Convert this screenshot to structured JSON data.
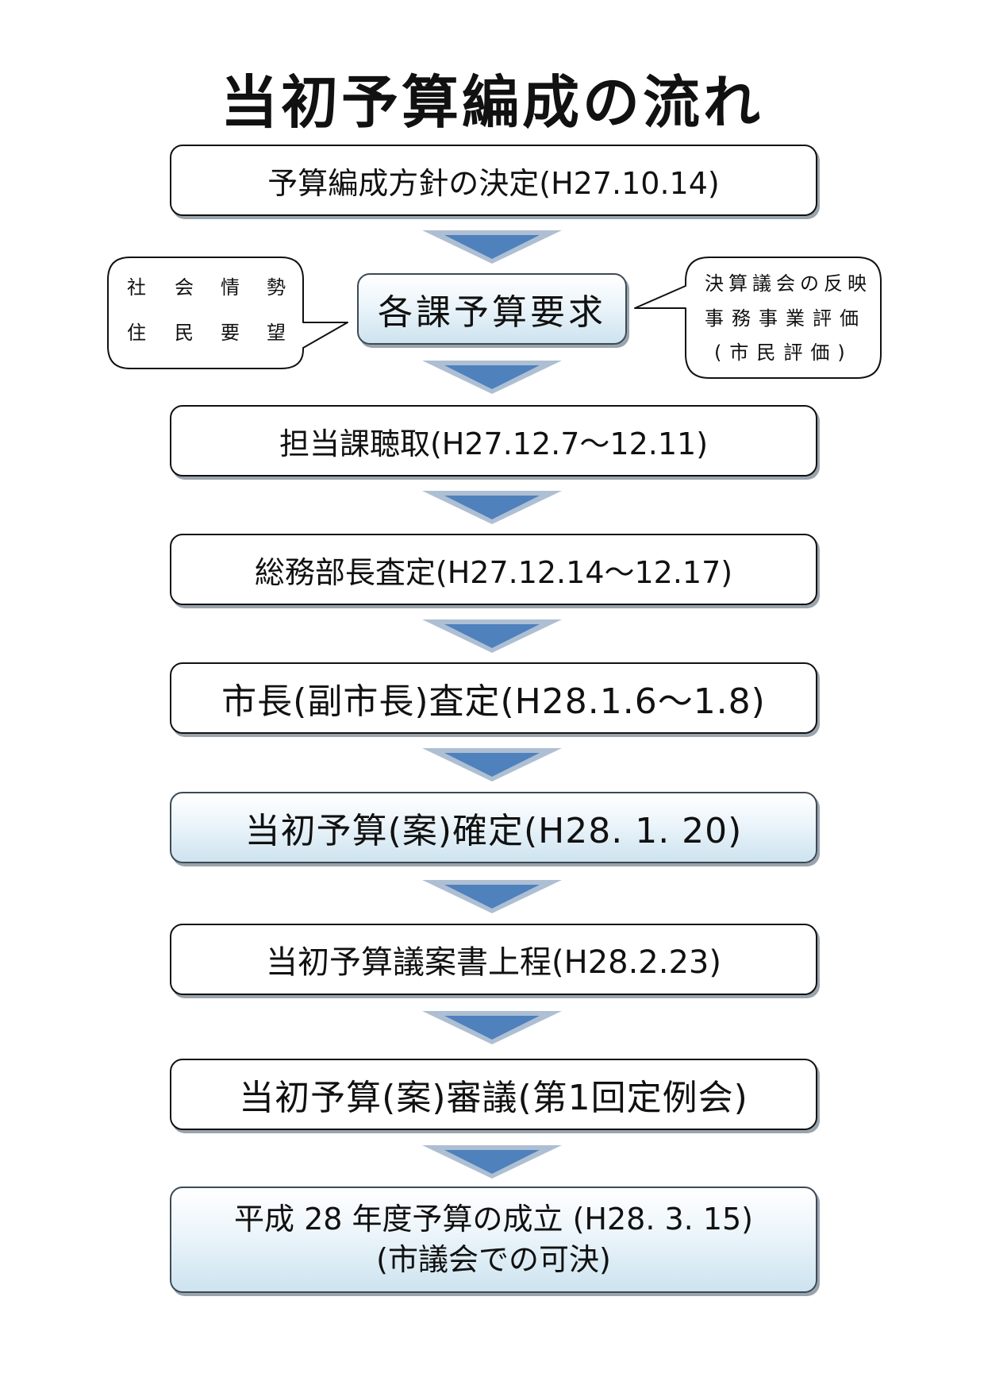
{
  "title": "当初予算編成の流れ",
  "steps": [
    {
      "label": "予算編成方針の決定(H27.10.14)"
    },
    {
      "label": "各課予算要求"
    },
    {
      "label": "担当課聴取(H27.12.7～12.11)"
    },
    {
      "label": "総務部長査定(H27.12.14～12.17)"
    },
    {
      "label": "市長(副市長)査定(H28.1.6～1.8)"
    },
    {
      "label": "当初予算(案)確定(H28. 1. 20)"
    },
    {
      "label": "当初予算議案書上程(H28.2.23)"
    },
    {
      "label": "当初予算(案)審議(第1回定例会)"
    },
    {
      "label": "平成 28 年度予算の成立 (H28. 3. 15)",
      "sublabel": "(市議会での可決)"
    }
  ],
  "left_note": {
    "row1": [
      "社",
      "会",
      "情",
      "勢"
    ],
    "row2": [
      "住",
      "民",
      "要",
      "望"
    ]
  },
  "right_note": {
    "lines": [
      "決算議会の反映",
      "事務事業評価",
      "(市民評価)"
    ]
  },
  "colors": {
    "arrow_fill": "#4f81bd",
    "arrow_outline": "#aebfd3",
    "highlight_bottom": "#cde3ef"
  }
}
